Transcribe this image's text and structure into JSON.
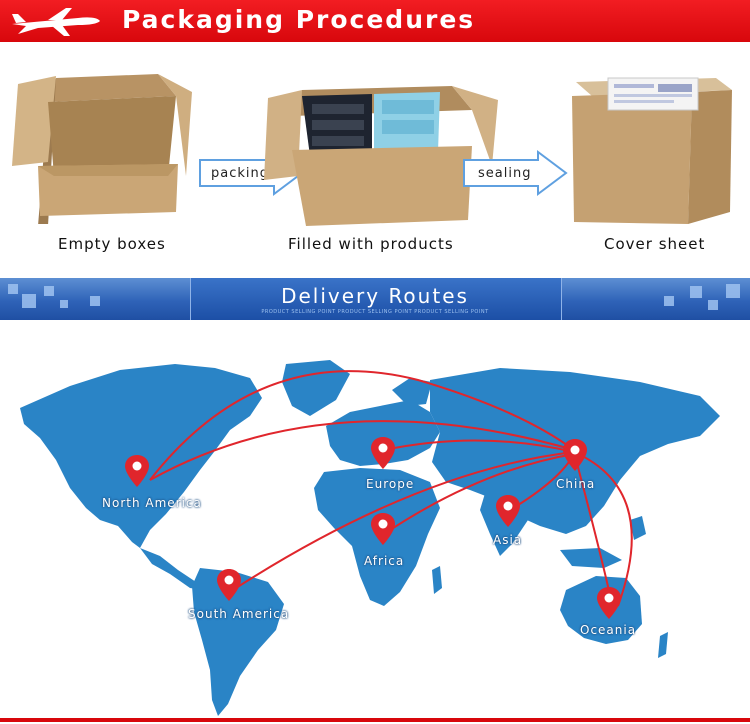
{
  "packaging": {
    "title": "Packaging Procedures",
    "steps": [
      {
        "caption": "Empty boxes"
      },
      {
        "caption": "Filled with products"
      },
      {
        "caption": "Cover sheet"
      }
    ],
    "arrows": [
      {
        "label": "packing"
      },
      {
        "label": "sealing"
      }
    ]
  },
  "delivery": {
    "title": "Delivery Routes",
    "subtitle": "PRODUCT SELLING POINT  PRODUCT SELLING POINT  PRODUCT SELLING POINT",
    "regions": {
      "north_america": "North America",
      "europe": "Europe",
      "china": "China",
      "africa": "Africa",
      "asia": "Asia",
      "south_america": "South America",
      "oceania": "Oceania"
    }
  },
  "colors": {
    "red_banner": "#e0101a",
    "blue_banner": "#2f63b8",
    "map_blue": "#2a84c6",
    "route_red": "#e0262c",
    "cardboard": "#c9a77b"
  }
}
